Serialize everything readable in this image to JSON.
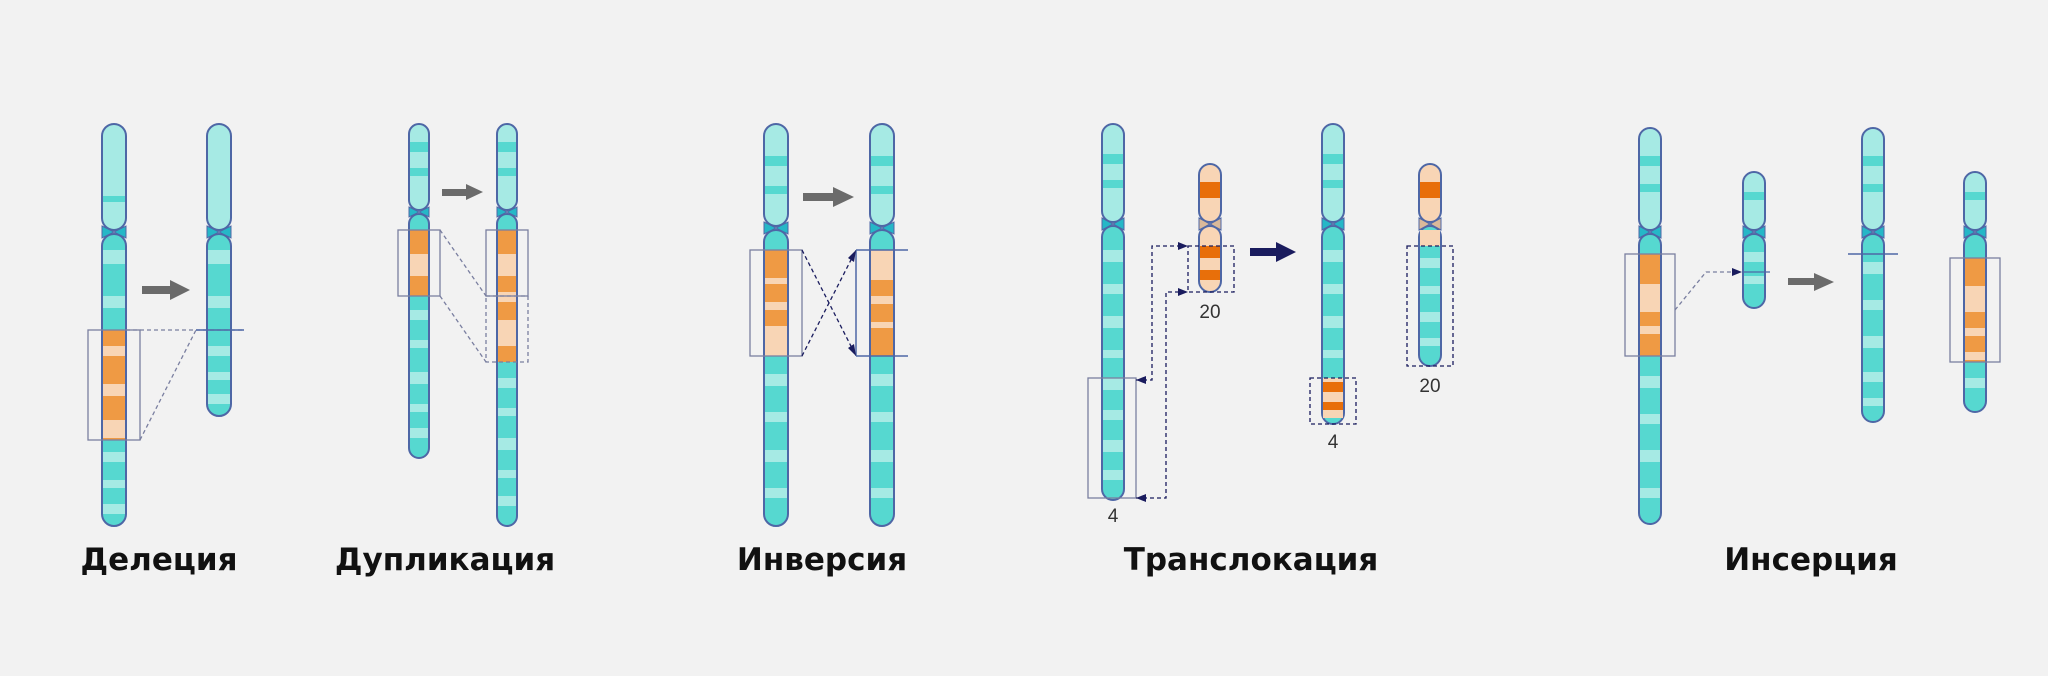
{
  "captions": {
    "deletion": "Делеция",
    "duplication": "Дупликация",
    "inversion": "Инверсия",
    "translocation": "Транслокация",
    "insertion": "Инсерция"
  },
  "chromosome_numbers": {
    "chr4_original": "4",
    "chr20_original": "20",
    "chr4_derived": "4",
    "chr20_derived": "20"
  },
  "colors": {
    "background": "#f2f2f2",
    "chromosome_light": "#a6eae4",
    "chromosome_dark": "#56d8d0",
    "chromosome_outline": "#4e67a6",
    "band_orange": "#ef9a44",
    "band_peach": "#f8d5b5",
    "band_deep_orange": "#e86f0a",
    "centromere": "#25b7c7",
    "arrow_gray": "#6b6b6b",
    "arrow_navy": "#1a1c5e",
    "guide_line": "#7a7fa0"
  }
}
